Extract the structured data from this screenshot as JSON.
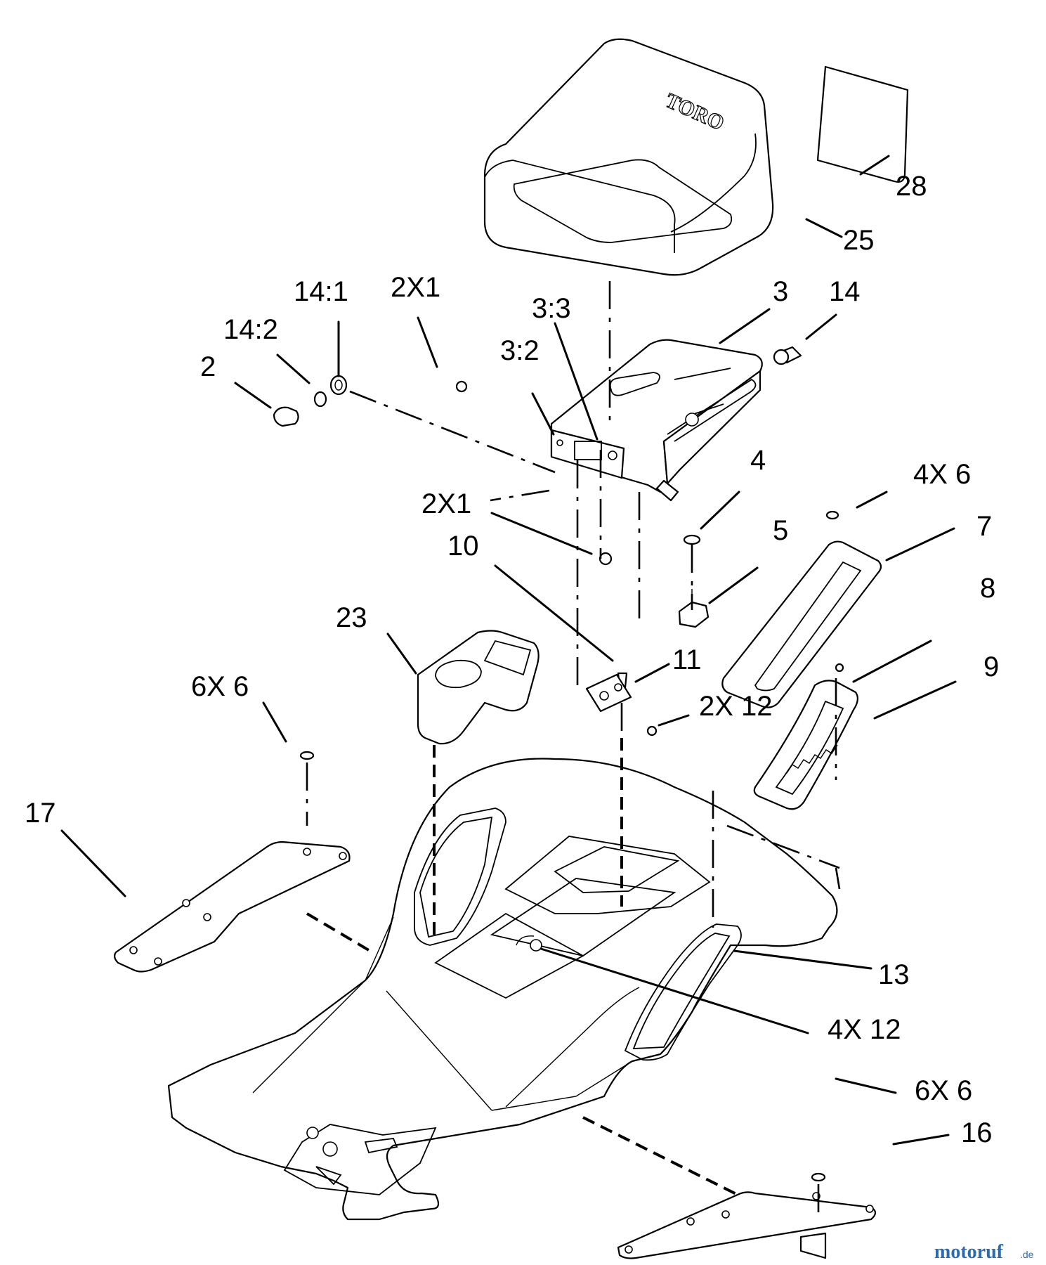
{
  "seat_logo": "TORO",
  "labels": [
    {
      "id": "28",
      "text": "28"
    },
    {
      "id": "25",
      "text": "25"
    },
    {
      "id": "3",
      "text": "3"
    },
    {
      "id": "14",
      "text": "14"
    },
    {
      "id": "14-1",
      "text": "14:1"
    },
    {
      "id": "14-2",
      "text": "14:2"
    },
    {
      "id": "2",
      "text": "2"
    },
    {
      "id": "2x1-top",
      "text": "2X1"
    },
    {
      "id": "3-3",
      "text": "3:3"
    },
    {
      "id": "3-2",
      "text": "3:2"
    },
    {
      "id": "2x1-mid",
      "text": "2X1"
    },
    {
      "id": "4",
      "text": "4"
    },
    {
      "id": "4x6",
      "text": "4X 6"
    },
    {
      "id": "5",
      "text": "5"
    },
    {
      "id": "7",
      "text": "7"
    },
    {
      "id": "10",
      "text": "10"
    },
    {
      "id": "8",
      "text": "8"
    },
    {
      "id": "23",
      "text": "23"
    },
    {
      "id": "11",
      "text": "11"
    },
    {
      "id": "9",
      "text": "9"
    },
    {
      "id": "2x12",
      "text": "2X 12"
    },
    {
      "id": "6x6-left",
      "text": "6X 6"
    },
    {
      "id": "17",
      "text": "17"
    },
    {
      "id": "13",
      "text": "13"
    },
    {
      "id": "4x12",
      "text": "4X 12"
    },
    {
      "id": "6x6-right",
      "text": "6X 6"
    },
    {
      "id": "16",
      "text": "16"
    }
  ],
  "watermark": {
    "brand": "motoruf",
    "tld": ".de"
  }
}
